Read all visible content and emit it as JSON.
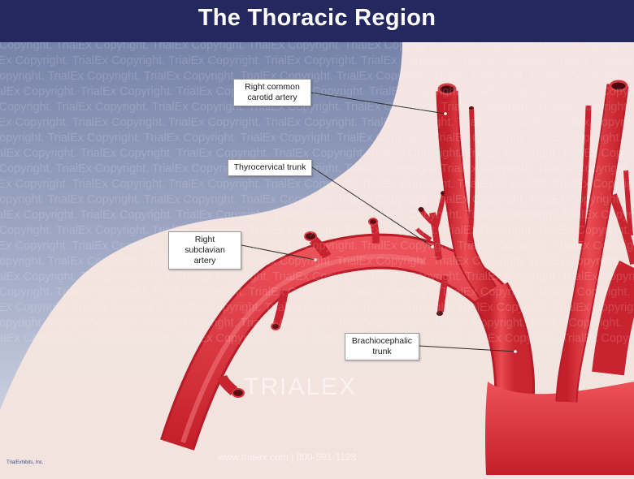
{
  "title": "The Thoracic Region",
  "labels": {
    "right_common_carotid": [
      "Right common",
      "carotid artery"
    ],
    "thyrocervical_trunk": "Thyrocervical trunk",
    "right_subclavian": [
      "Right subclavian",
      "artery"
    ],
    "brachiocephalic_trunk": [
      "Brachiocephalic",
      "trunk"
    ]
  },
  "watermark": "TrialEx Copyright. TrialEx Copyright. TrialEx Copyright. TrialEx Copyright. TrialEx Copyright. TrialEx Copyright. TrialEx Copyright.",
  "footer": {
    "brand": "TRIALEX",
    "phone_line": "www.trialex.com | 800-591-1123",
    "corner": "TrialExhibits, Inc."
  },
  "colors": {
    "header": "#24285e",
    "artery": "#e0323c",
    "background_blue": "#8592b6",
    "background_skin": "#f3e4df"
  }
}
